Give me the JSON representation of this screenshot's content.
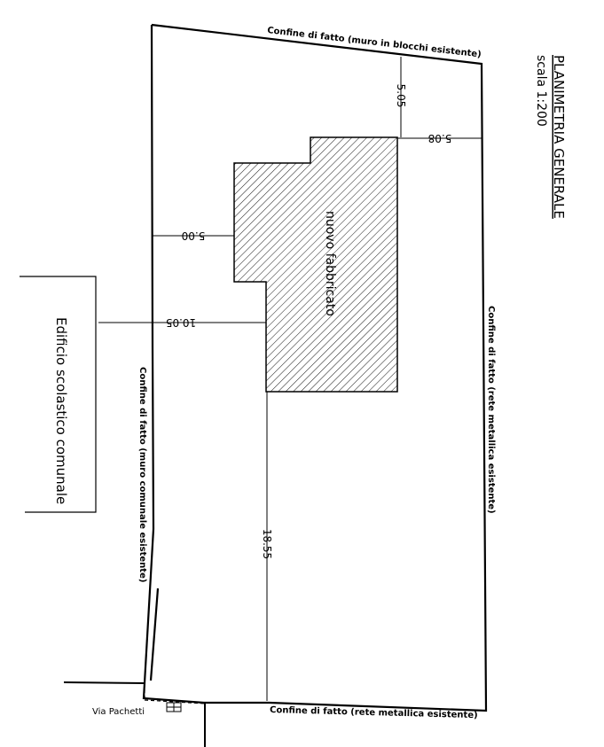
{
  "title": "PLANIMETRIA GENERALE",
  "scale": "scala 1:200",
  "building_label": "nuovo fabbricato",
  "neighbor_building": "Edificio scolastico comunale",
  "street": "Via Pachetti",
  "boundaries": {
    "top": "Confine di fatto (muro in blocchi esistente)",
    "right": "Confine di fatto (rete metallica esistente)",
    "bottom": "Confine di fatto (rete metallica esistente)",
    "left": "Confine di fatto (muro comunale esistente)"
  },
  "dimensions": {
    "top_setback": "5.05",
    "right_setback": "5.08",
    "left_setback": "5.00",
    "school_distance": "10.05",
    "bottom_setback": "18.55"
  },
  "colors": {
    "ink": "#000000",
    "background": "#ffffff"
  }
}
